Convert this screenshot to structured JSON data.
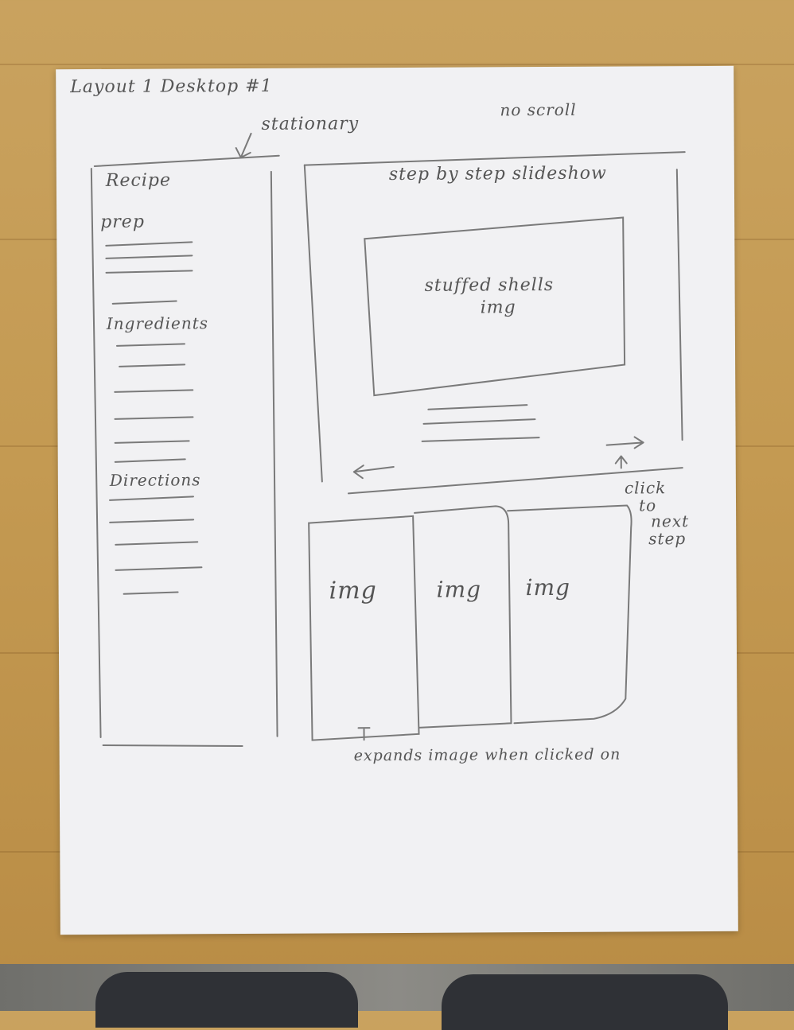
{
  "title": "Layout 1   Desktop #1",
  "annotations": {
    "stationary": "stationary",
    "no_scroll": "no scroll",
    "click_next": [
      "click",
      "to",
      "next",
      "step"
    ],
    "expands": "expands image  when clicked on"
  },
  "sidebar": {
    "heading": "Recipe",
    "sections": [
      {
        "label": "prep"
      },
      {
        "label": "Ingredients"
      },
      {
        "label": "Directions"
      }
    ]
  },
  "slideshow": {
    "title": "step by step slideshow",
    "image_label_line1": "stuffed shells",
    "image_label_line2": "img",
    "prev_arrow": "←",
    "next_arrow": "→",
    "up_marker": "↑"
  },
  "thumbnails": [
    {
      "label": "img"
    },
    {
      "label": "img"
    },
    {
      "label": "img"
    }
  ],
  "colors": {
    "pencil": "#6a6a6a",
    "paper": "#f1f1f3",
    "wood": "#c49a52"
  }
}
